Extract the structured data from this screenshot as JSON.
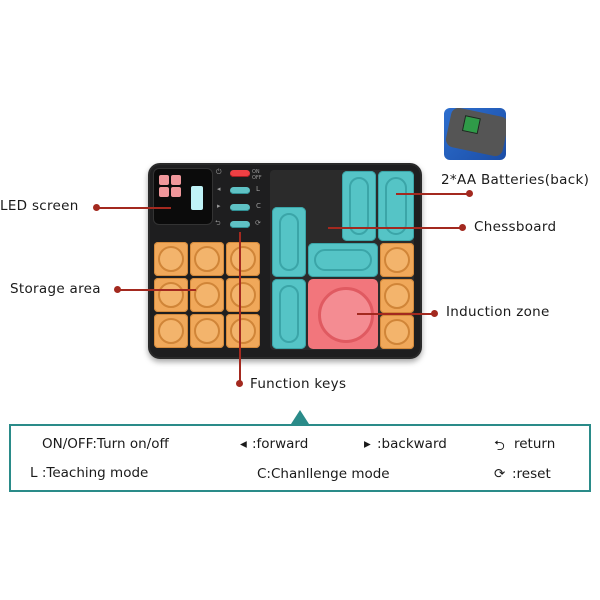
{
  "labels": {
    "led_screen": "LED screen",
    "storage_area": "Storage area",
    "batteries": "2*AA Batteries(back)",
    "chessboard": "Chessboard",
    "induction_zone": "Induction zone",
    "function_keys": "Function keys"
  },
  "device": {
    "key_labels": {
      "onoff": "ON OFF",
      "l": "L",
      "c": "C"
    },
    "icons": [
      "power-icon",
      "forward-icon",
      "backward-icon",
      "return-icon",
      "reset-icon"
    ]
  },
  "legend": {
    "row1": [
      {
        "icon": "",
        "text": "ON/OFF:Turn on/off"
      },
      {
        "icon": "◂",
        "text": ":forward"
      },
      {
        "icon": "▸",
        "text": ":backward"
      },
      {
        "icon": "⮌",
        "text": "return"
      }
    ],
    "row2": [
      {
        "icon": "",
        "text": "L :Teaching mode"
      },
      {
        "icon": "",
        "text": "C:Chanllenge mode"
      },
      {
        "icon": "⟳",
        "text": ":reset"
      }
    ]
  },
  "colors": {
    "accent_line": "#a3291f",
    "callout_border": "#2a8b89",
    "tile_orange": "#f0a85a",
    "tile_teal": "#55c4c6",
    "tile_pink": "#f2767c"
  }
}
